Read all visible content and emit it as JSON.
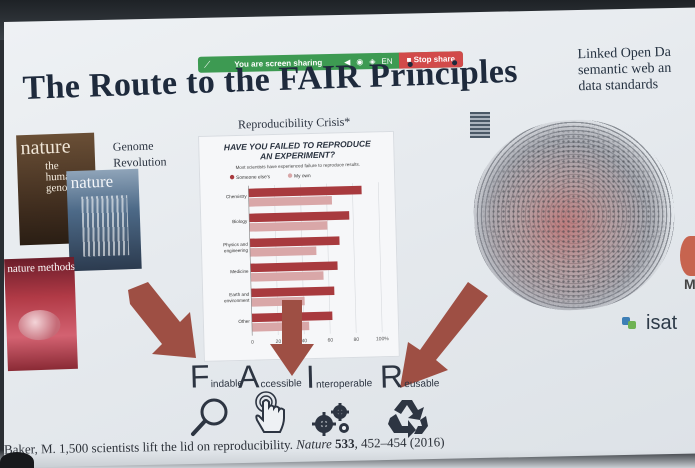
{
  "share_bar": {
    "status_label": "You are screen sharing",
    "lang_label": "EN",
    "stop_label": "Stop share"
  },
  "slide": {
    "title": "The Route to the FAIR Principles",
    "linked_lines": [
      "Linked Open Da",
      "semantic web an",
      "data standards"
    ],
    "genome_lines": [
      "Genome",
      "Revolution"
    ],
    "covers": {
      "cover1_mast": "nature",
      "cover1_sub": [
        "the",
        "human",
        "genome"
      ],
      "cover2_mast": "nature",
      "cover3_mast": "nature methods"
    },
    "isa_text": "isat",
    "m_mark": "M",
    "citation": {
      "text_start": "Baker, M. 1,500 scientists lift the lid on reproducibility. ",
      "journal": "Nature",
      "volume": "533",
      "text_end": ", 452–454 (2016)"
    },
    "fair": [
      {
        "big": "F",
        "small": "indable"
      },
      {
        "big": "A",
        "small": "ccessible"
      },
      {
        "big": "I",
        "small": "nteroperable"
      },
      {
        "big": "R",
        "small": "eusable"
      }
    ],
    "icons": [
      "search-icon",
      "pointer-hand-icon",
      "gears-icon",
      "recycle-icon"
    ]
  },
  "chart_data": {
    "type": "bar",
    "title": "Reproducibility Crisis*",
    "subtitle": "HAVE YOU FAILED TO REPRODUCE AN EXPERIMENT?",
    "caption": "Most scientists have experienced failure to reproduce results.",
    "categories": [
      "Chemistry",
      "Biology",
      "Physics and engineering",
      "Medicine",
      "Earth and environment",
      "Other"
    ],
    "series": [
      {
        "name": "Someone else's",
        "color": "#a83a3e",
        "values": [
          87,
          77,
          69,
          67,
          64,
          62
        ]
      },
      {
        "name": "My own",
        "color": "#d9a7a8",
        "values": [
          64,
          60,
          51,
          56,
          41,
          44
        ]
      }
    ],
    "xlim": [
      0,
      100
    ],
    "xticks": [
      "0",
      "20",
      "40",
      "60",
      "80",
      "100%"
    ],
    "legend": "top"
  }
}
